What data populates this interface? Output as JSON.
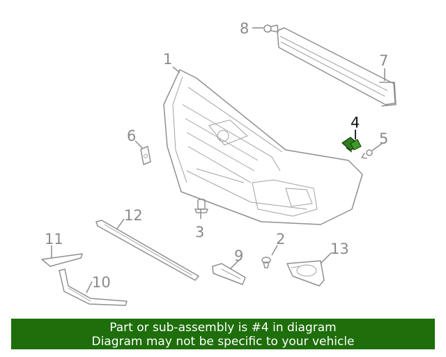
{
  "callouts": [
    {
      "id": "1",
      "text": "1"
    },
    {
      "id": "2",
      "text": "2"
    },
    {
      "id": "3",
      "text": "3"
    },
    {
      "id": "4",
      "text": "4"
    },
    {
      "id": "5",
      "text": "5"
    },
    {
      "id": "6",
      "text": "6"
    },
    {
      "id": "7",
      "text": "7"
    },
    {
      "id": "8",
      "text": "8"
    },
    {
      "id": "9",
      "text": "9"
    },
    {
      "id": "10",
      "text": "10"
    },
    {
      "id": "11",
      "text": "11"
    },
    {
      "id": "12",
      "text": "12"
    },
    {
      "id": "13",
      "text": "13"
    }
  ],
  "highlighted_callout": "4",
  "colors": {
    "banner_background": "#1e6e0b",
    "banner_text": "#ffffff",
    "highlight_part": "#2f7d1e",
    "line_art": "#8f8f8f"
  },
  "banner": {
    "line1": "Part or sub-assembly is #4 in diagram",
    "line2": "Diagram may not be specific to your vehicle"
  }
}
